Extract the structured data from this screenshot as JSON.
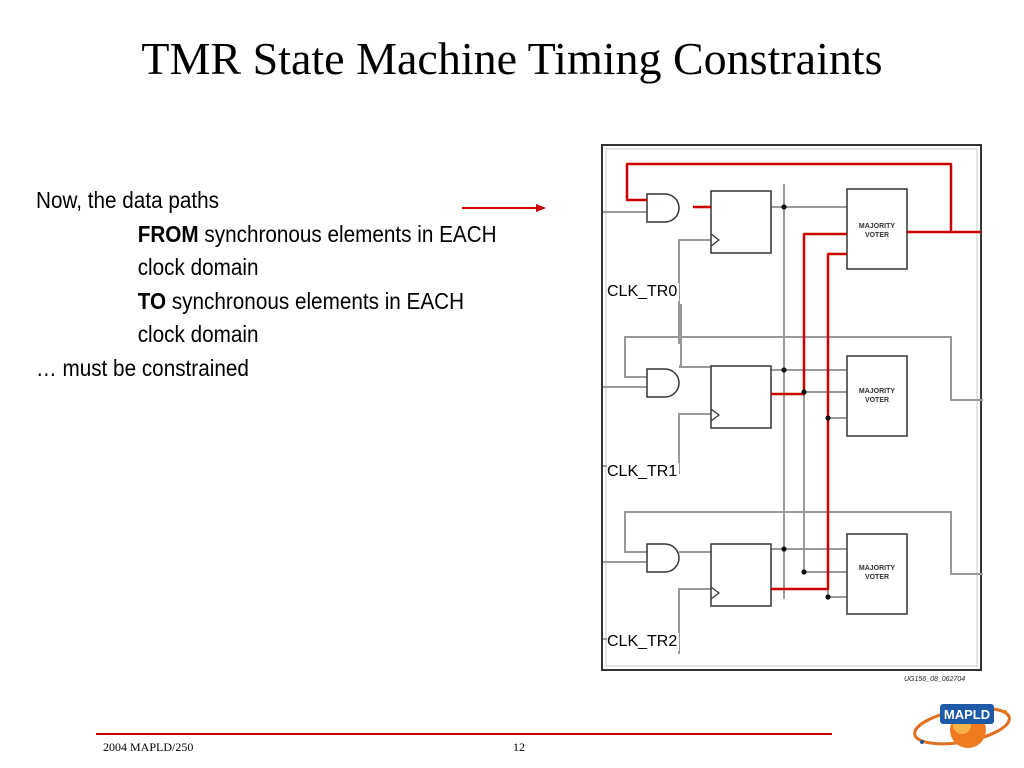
{
  "title": "TMR State Machine Timing Constraints",
  "body": {
    "line1": "Now, the data paths",
    "from_bold": "FROM",
    "from_rest": " synchronous elements in EACH",
    "from_cont": "clock domain",
    "to_bold": "TO",
    "to_rest": " synchronous elements in EACH",
    "to_cont": "clock domain",
    "last": "… must be constrained"
  },
  "diagram": {
    "voter_line1": "MAJORITY",
    "voter_line2": "VOTER",
    "clk_labels": [
      "CLK_TR0",
      "CLK_TR1",
      "CLK_TR2"
    ],
    "figure_id": "UG156_08_062704",
    "highlight_color": "#cc0000"
  },
  "footer": {
    "left": "2004 MAPLD/250",
    "page": "12",
    "logo_text": "MAPLD"
  }
}
